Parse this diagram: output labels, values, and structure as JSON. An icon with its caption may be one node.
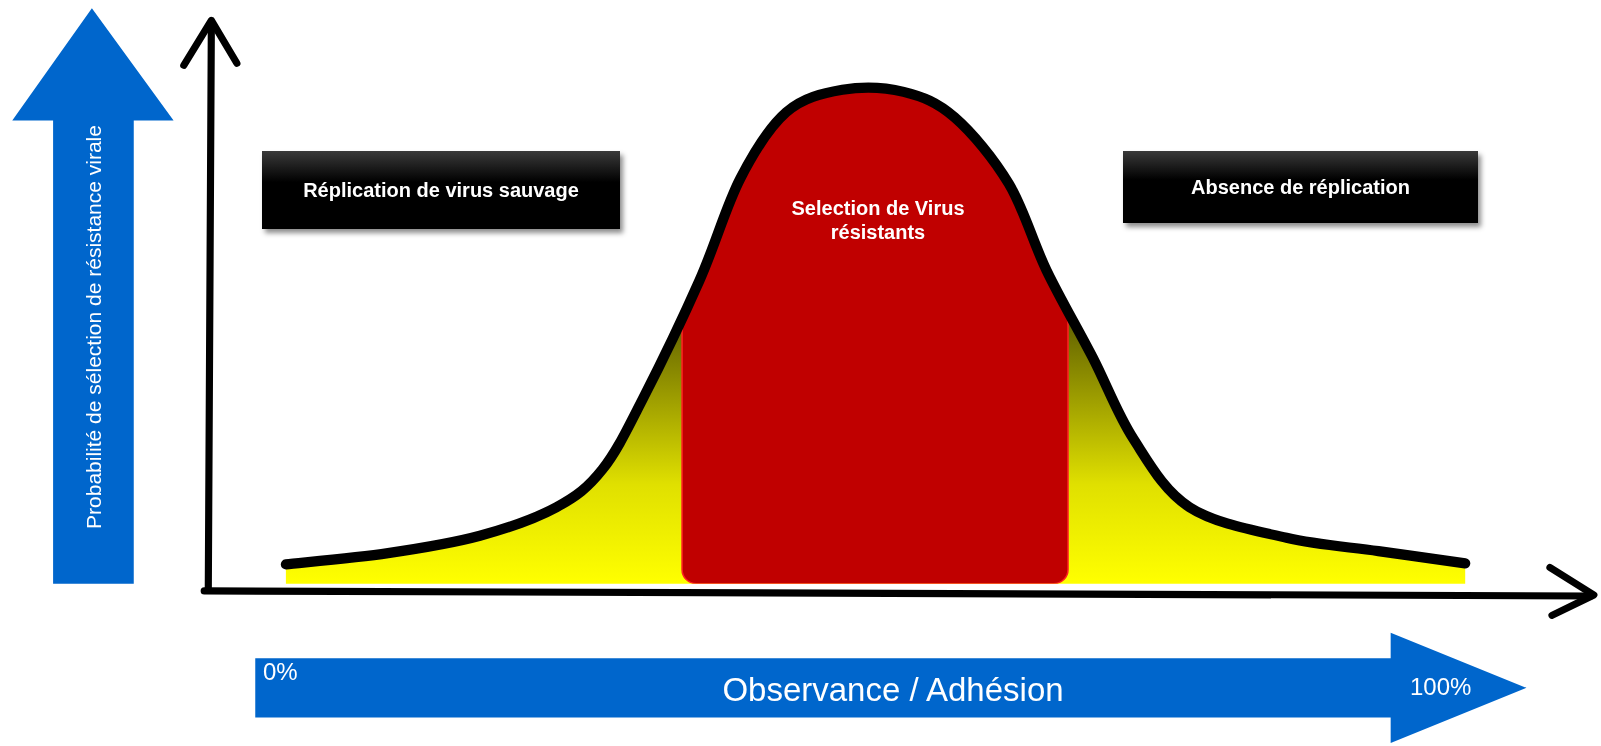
{
  "diagram": {
    "nodes": [
      {
        "text": [
          "Réplication de virus sauvage"
        ]
      },
      {
        "text": [
          "Absence de réplication"
        ]
      }
    ],
    "labels": [
      "Probabilité de sélection de résistance virale",
      "Selection de Virus résistants",
      "0%",
      "Observance / Adhésion",
      "100%"
    ]
  }
}
